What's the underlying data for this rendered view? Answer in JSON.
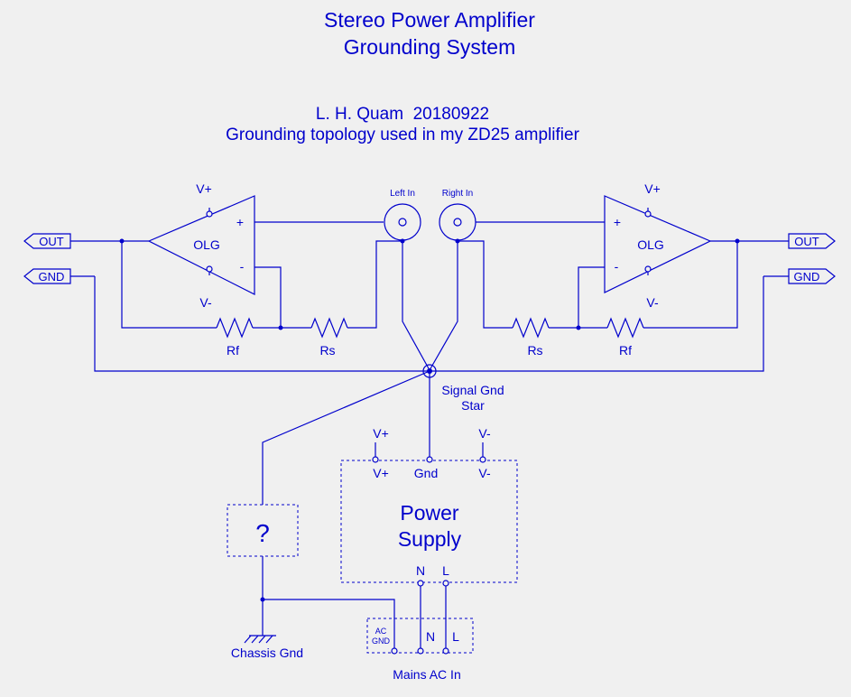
{
  "title_line1": "Stereo Power Amplifier",
  "title_line2": "Grounding System",
  "author_line": "L. H. Quam  20180922",
  "subtitle": "Grounding topology used in my ZD25 amplifier",
  "left_amp": {
    "label": "OLG",
    "plus": "+",
    "minus": "-",
    "vplus": "V+",
    "vminus": "V-",
    "out_port": "OUT",
    "gnd_port": "GND",
    "rf": "Rf",
    "rs": "Rs"
  },
  "right_amp": {
    "label": "OLG",
    "plus": "+",
    "minus": "-",
    "vplus": "V+",
    "vminus": "V-",
    "out_port": "OUT",
    "gnd_port": "GND",
    "rf": "Rf",
    "rs": "Rs"
  },
  "left_in": "Left In",
  "right_in": "Right In",
  "star_line1": "Signal Gnd",
  "star_line2": "Star",
  "power_supply": {
    "line1": "Power",
    "line2": "Supply",
    "vplus_ext": "V+",
    "vminus_ext": "V-",
    "vplus": "V+",
    "gnd": "Gnd",
    "vminus": "V-",
    "n": "N",
    "l": "L"
  },
  "unknown_box": "?",
  "chassis_gnd": "Chassis Gnd",
  "mains": {
    "ac": "AC",
    "gnd": "GND",
    "n": "N",
    "l": "L",
    "label": "Mains AC In"
  }
}
